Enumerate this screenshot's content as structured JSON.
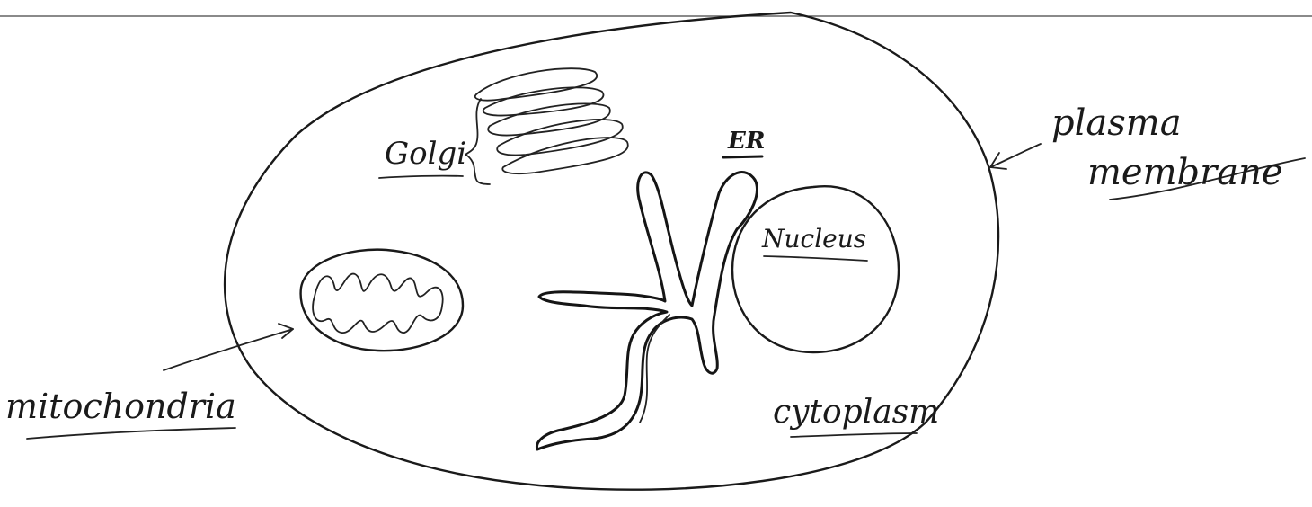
{
  "labels": {
    "golgi": "Golgi",
    "er": "ER",
    "nucleus": "Nucleus",
    "plasma_line1": "plasma",
    "plasma_line2": "membrane",
    "mitochondria": "mitochondria",
    "cytoplasm": "cytoplasm"
  },
  "colors": {
    "ink": "#1a1a1a",
    "paper": "#ffffff"
  }
}
